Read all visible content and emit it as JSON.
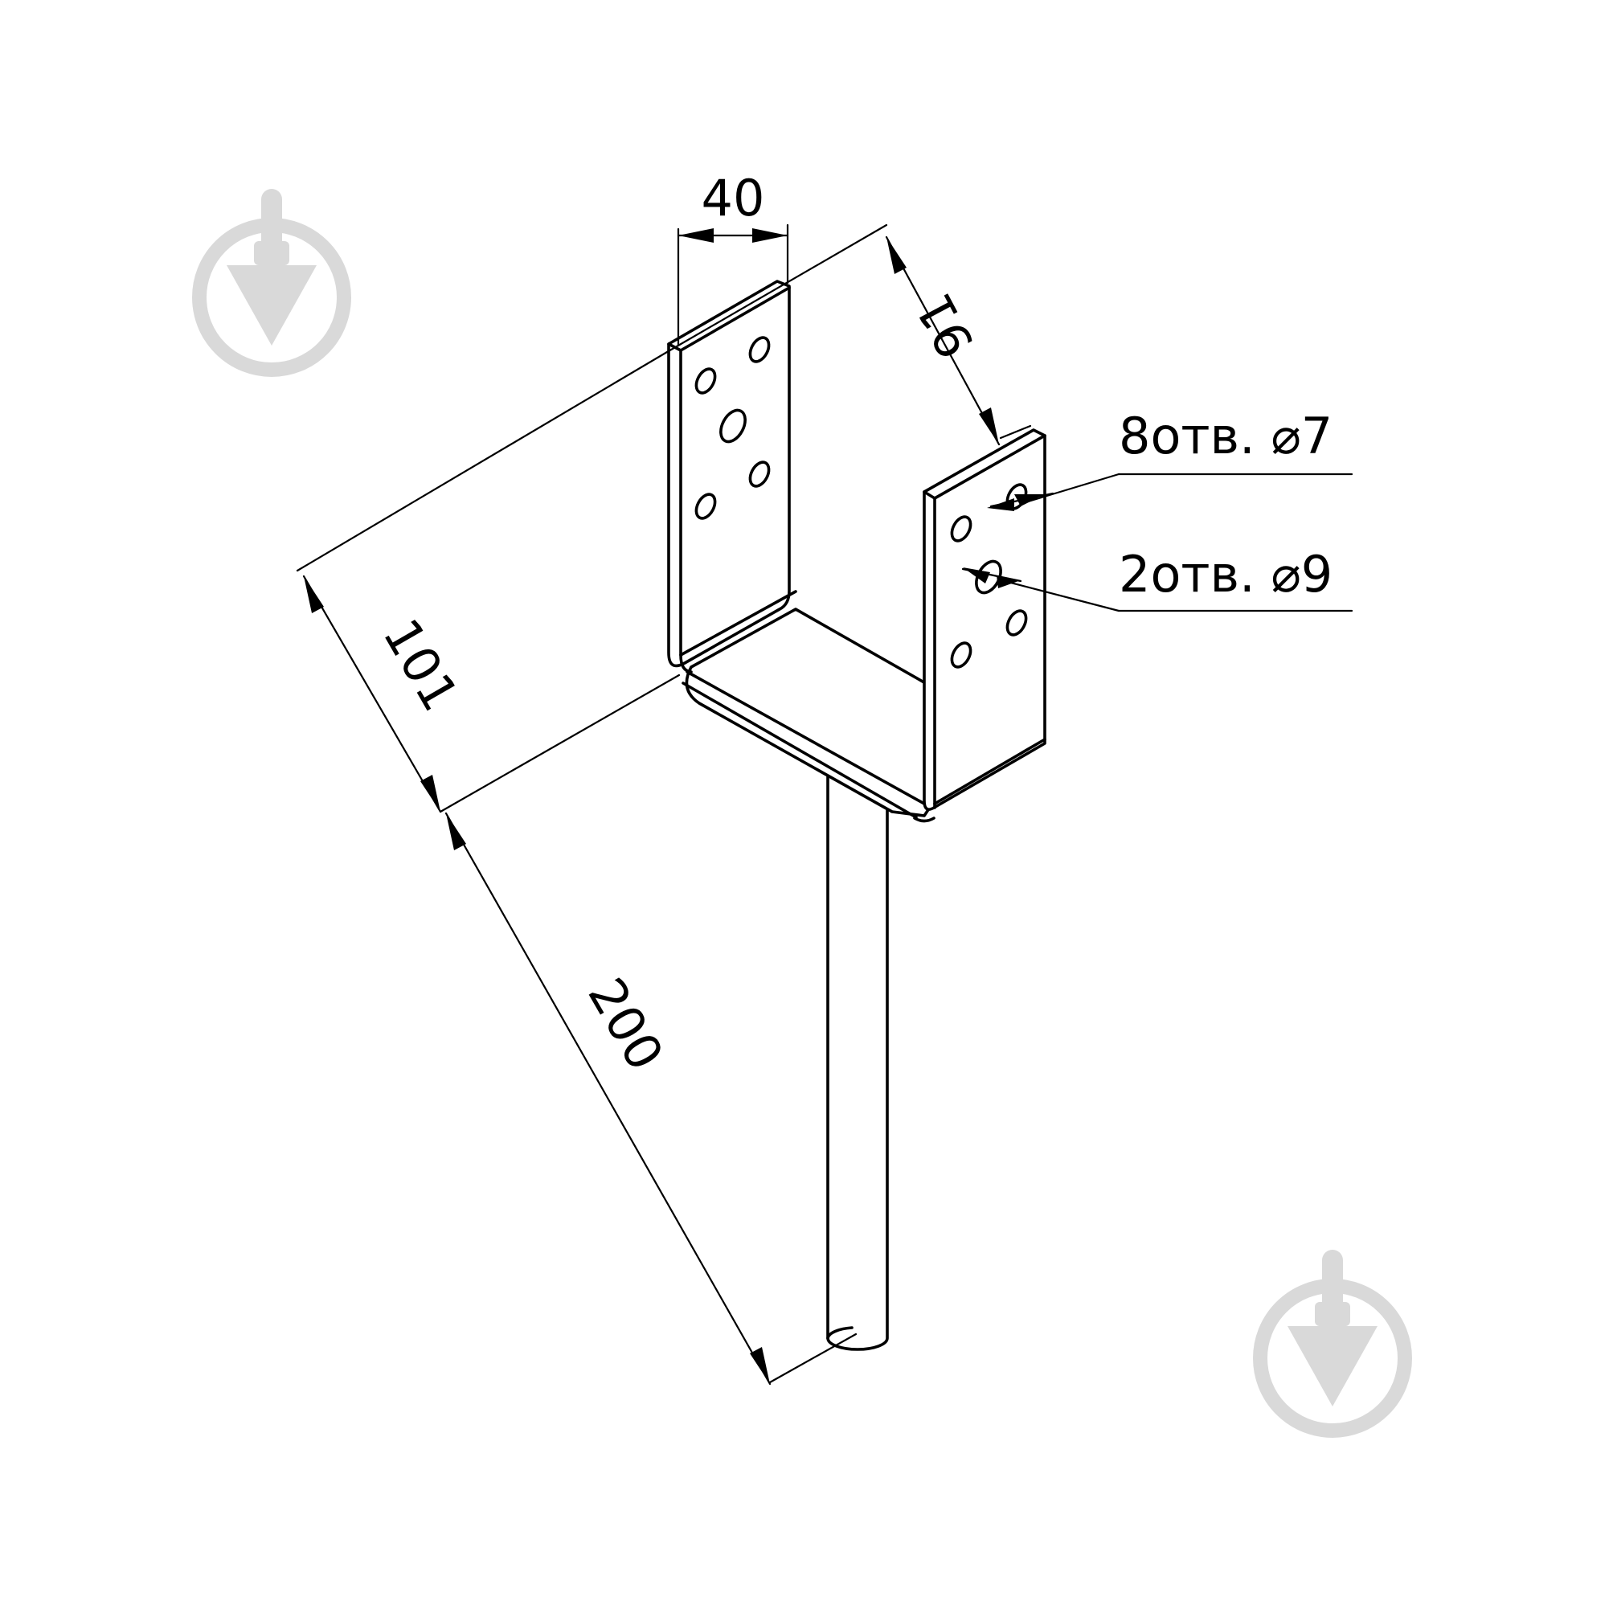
{
  "dimensions": {
    "width_top": "40",
    "depth": "91",
    "height_bracket": "101",
    "rod_length": "200"
  },
  "callouts": {
    "small_holes": "8отв. ⌀7",
    "large_holes": "2отв. ⌀9"
  },
  "watermark": {
    "icon": "trowel-logo-icon",
    "color": "#d9d9d9"
  }
}
